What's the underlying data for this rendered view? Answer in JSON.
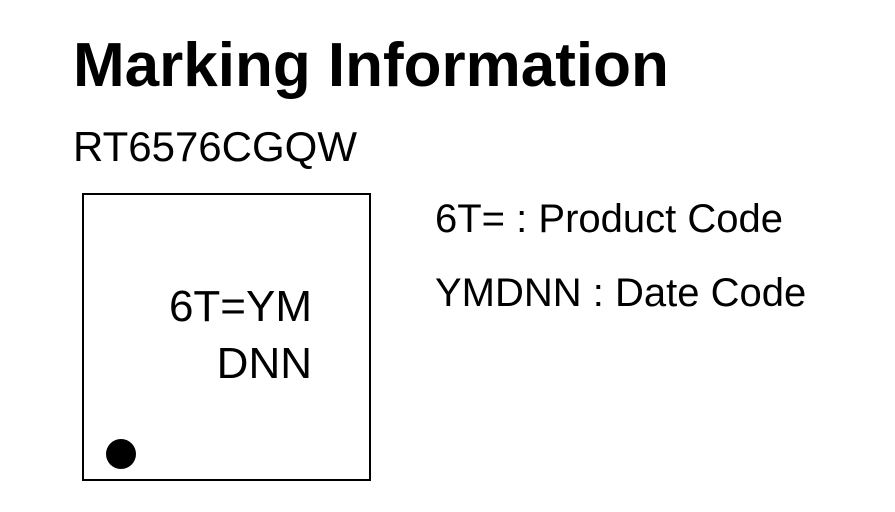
{
  "heading": "Marking Information",
  "part_number": "RT6576CGQW",
  "package_marking": {
    "line1": "6T=YM",
    "line2": "DNN",
    "pin1_indicator": "pin1-dot"
  },
  "legend": [
    {
      "code": "6T=",
      "separator": " : ",
      "meaning": "Product Code"
    },
    {
      "code": "YMDNN",
      "separator": " : ",
      "meaning": "Date Code"
    }
  ]
}
